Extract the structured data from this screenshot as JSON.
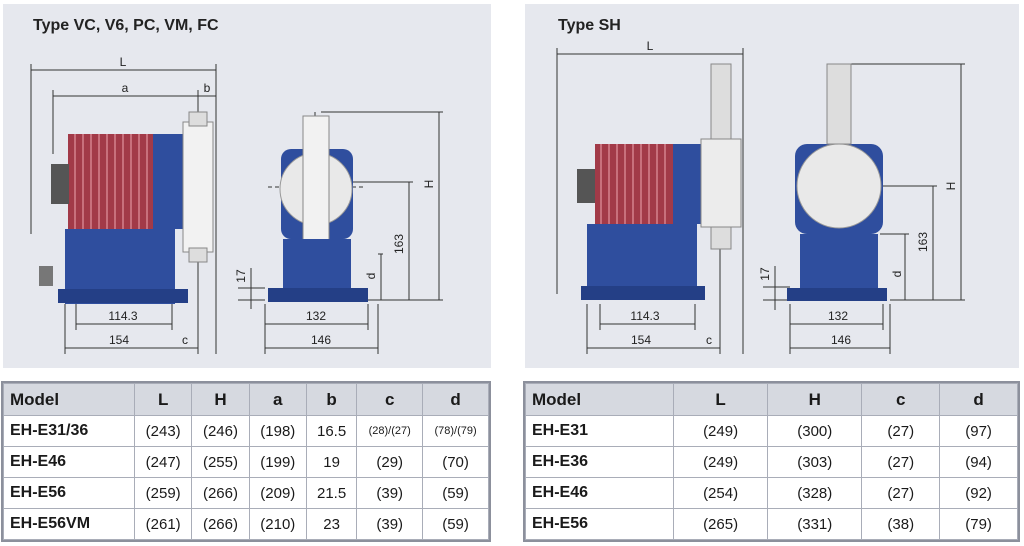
{
  "left_panel": {
    "title": "Type VC, V6, PC, VM, FC",
    "dims": {
      "L": "L",
      "a": "a",
      "b": "b",
      "H": "H",
      "d": "d",
      "c": "c",
      "n163": "163",
      "n17": "17",
      "n114": "114.3",
      "n154": "154",
      "n132": "132",
      "n146": "146"
    }
  },
  "right_panel": {
    "title": "Type SH",
    "dims": {
      "L": "L",
      "H": "H",
      "d": "d",
      "c": "c",
      "n163": "163",
      "n17": "17",
      "n114": "114.3",
      "n154": "154",
      "n132": "132",
      "n146": "146"
    }
  },
  "table_left": {
    "headers": [
      "Model",
      "L",
      "H",
      "a",
      "b",
      "c",
      "d"
    ],
    "rows": [
      [
        "EH-E31/36",
        "(243)",
        "(246)",
        "(198)",
        "16.5",
        "(28)/(27)",
        "(78)/(79)"
      ],
      [
        "EH-E46",
        "(247)",
        "(255)",
        "(199)",
        "19",
        "(29)",
        "(70)"
      ],
      [
        "EH-E56",
        "(259)",
        "(266)",
        "(209)",
        "21.5",
        "(39)",
        "(59)"
      ],
      [
        "EH-E56VM",
        "(261)",
        "(266)",
        "(210)",
        "23",
        "(39)",
        "(59)"
      ]
    ]
  },
  "table_right": {
    "headers": [
      "Model",
      "L",
      "H",
      "c",
      "d"
    ],
    "rows": [
      [
        "EH-E31",
        "(249)",
        "(300)",
        "(27)",
        "(97)"
      ],
      [
        "EH-E36",
        "(249)",
        "(303)",
        "(27)",
        "(94)"
      ],
      [
        "EH-E46",
        "(254)",
        "(328)",
        "(27)",
        "(92)"
      ],
      [
        "EH-E56",
        "(265)",
        "(331)",
        "(38)",
        "(79)"
      ]
    ]
  },
  "colors": {
    "panel_bg": "#e6e8ee",
    "pump_blue": "#2f4e9e",
    "motor_red": "#c4505c",
    "table_header": "#d6d9e0"
  }
}
